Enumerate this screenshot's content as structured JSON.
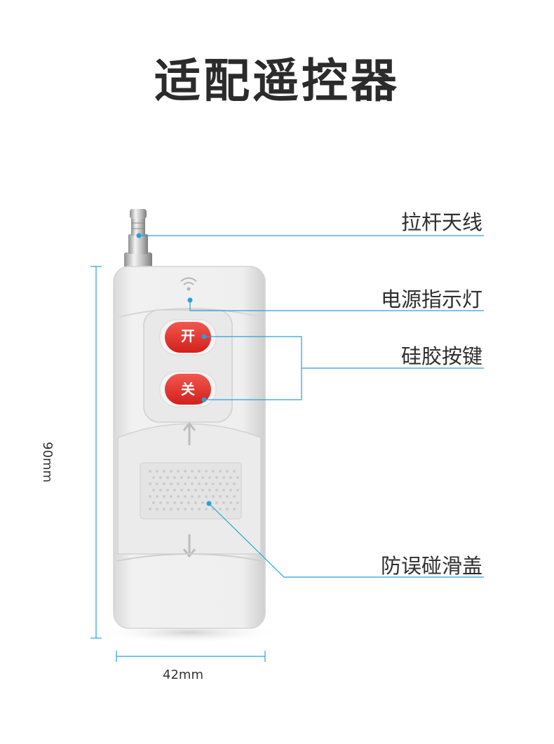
{
  "title": "适配遥控器",
  "callouts": {
    "antenna": "拉杆天线",
    "power_led": "电源指示灯",
    "silicone_keys": "硅胶按键",
    "slide_cover": "防误碰滑盖"
  },
  "buttons": {
    "on_label": "开",
    "off_label": "关"
  },
  "dimensions": {
    "height": "90mm",
    "width": "42mm"
  },
  "colors": {
    "accent_line": "#2aa0d6",
    "button_red": "#e8312d",
    "body": "#ececec"
  }
}
